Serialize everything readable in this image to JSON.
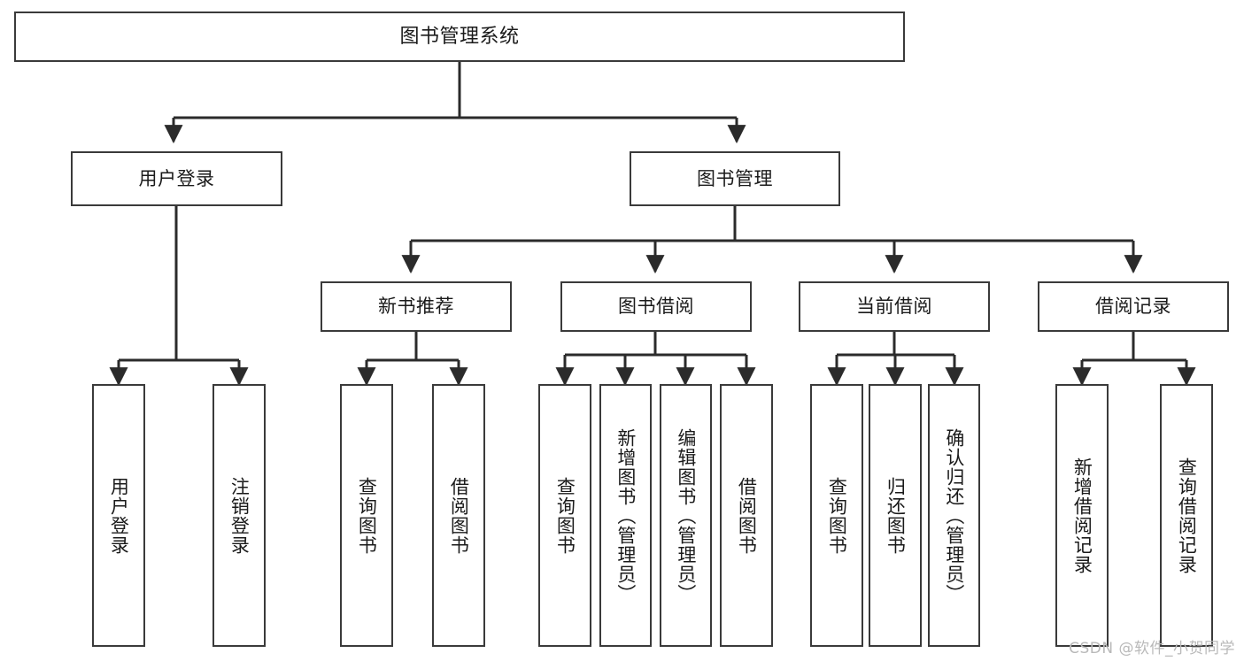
{
  "diagram": {
    "title": "图书管理系统",
    "type": "tree-hierarchy-chart",
    "watermark": "CSDN @软件_小贺同学",
    "colors": {
      "box_border": "#3a3a3a",
      "box_fill": "#ffffff",
      "edge": "#2b2b2b",
      "text": "#1a1a1a",
      "watermark": "#b9b9b9"
    },
    "levels": {
      "root": {
        "label": "图书管理系统"
      },
      "level2": [
        {
          "id": "user-login",
          "label": "用户登录"
        },
        {
          "id": "book-manage",
          "label": "图书管理"
        }
      ],
      "level3": [
        {
          "id": "new-book-rec",
          "label": "新书推荐"
        },
        {
          "id": "book-borrow",
          "label": "图书借阅"
        },
        {
          "id": "current-borrow",
          "label": "当前借阅"
        },
        {
          "id": "borrow-record",
          "label": "借阅记录"
        }
      ],
      "leaves": [
        {
          "id": "leaf-user-login",
          "label": "用户登录",
          "parent": "user-login"
        },
        {
          "id": "leaf-logout",
          "label": "注销登录",
          "parent": "user-login"
        },
        {
          "id": "leaf-query-book-1",
          "label": "查询图书",
          "parent": "new-book-rec"
        },
        {
          "id": "leaf-borrow-book-1",
          "label": "借阅图书",
          "parent": "new-book-rec"
        },
        {
          "id": "leaf-query-book-2",
          "label": "查询图书",
          "parent": "book-borrow"
        },
        {
          "id": "leaf-add-book",
          "label": "新增图书（管理员）",
          "parent": "book-borrow"
        },
        {
          "id": "leaf-edit-book",
          "label": "编辑图书（管理员）",
          "parent": "book-borrow"
        },
        {
          "id": "leaf-borrow-book-2",
          "label": "借阅图书",
          "parent": "book-borrow"
        },
        {
          "id": "leaf-query-book-3",
          "label": "查询图书",
          "parent": "current-borrow"
        },
        {
          "id": "leaf-return-book",
          "label": "归还图书",
          "parent": "current-borrow"
        },
        {
          "id": "leaf-confirm-return",
          "label": "确认归还（管理员）",
          "parent": "current-borrow"
        },
        {
          "id": "leaf-add-record",
          "label": "新增借阅记录",
          "parent": "borrow-record"
        },
        {
          "id": "leaf-query-record",
          "label": "查询借阅记录",
          "parent": "borrow-record"
        }
      ]
    }
  }
}
